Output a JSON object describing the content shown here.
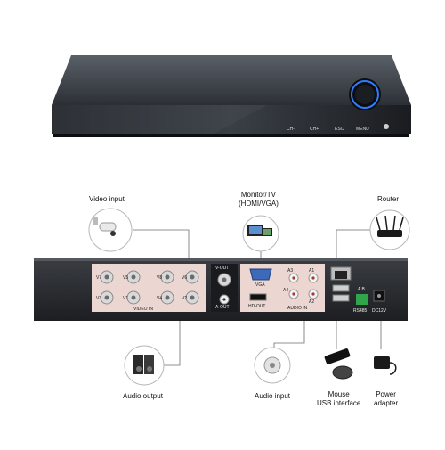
{
  "front_panel": {
    "buttons": [
      "CH-",
      "CH+",
      "ESC",
      "MENU"
    ]
  },
  "rear_panel": {
    "video_in_label": "VIDEO IN",
    "video_channels": [
      "V7",
      "V5",
      "V3",
      "V1",
      "V8",
      "V6",
      "V4",
      "V2"
    ],
    "v_out_label": "V-OUT",
    "a_out_label": "A-OUT",
    "vga_label": "VGA",
    "hd_out_label": "HD-OUT",
    "audio_in_label": "AUDIO IN",
    "audio_channels": [
      "A3",
      "A1",
      "A4",
      "A2"
    ],
    "rs485_label": "RS485",
    "rs485_pins": "A B",
    "dc_label": "DC12V"
  },
  "callouts": {
    "video_input": "Video input",
    "monitor_line1": "Monitor/TV",
    "monitor_line2": "(HDMI/VGA)",
    "router": "Router",
    "audio_output": "Audio output",
    "audio_input": "Audio input",
    "mouse_line1": "Mouse",
    "mouse_line2": "USB interface",
    "power_line1": "Power",
    "power_line2": "adapter"
  }
}
